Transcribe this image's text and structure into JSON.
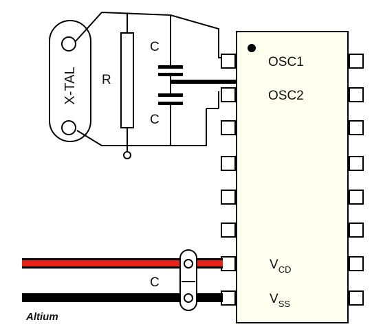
{
  "labels": {
    "crystal": "X-TAL",
    "resistor": "R",
    "cap_top": "C",
    "cap_bottom": "C",
    "cap_decoupling": "C",
    "osc1": "OSC1",
    "osc2": "OSC2",
    "vdd_main": "V",
    "vdd_sub": "CD",
    "vss_main": "V",
    "vss_sub": "SS"
  },
  "logo": "Altium",
  "colors": {
    "chip_fill": "#fffff0",
    "wire_outline": "#000000",
    "power_wire": "#e8231a",
    "ground_wire": "#000000"
  }
}
